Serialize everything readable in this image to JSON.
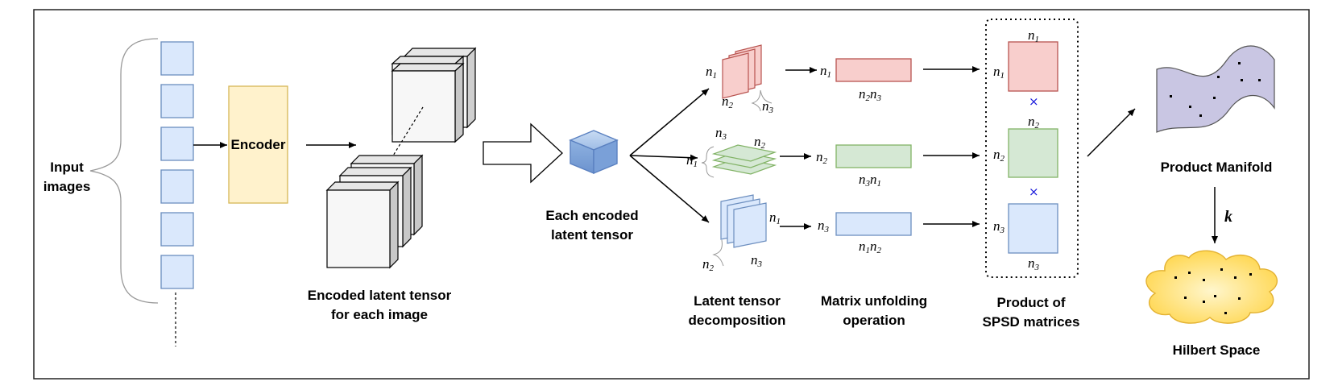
{
  "labels": {
    "input_images": [
      "Input",
      "images"
    ],
    "encoder": "Encoder",
    "encoded_latent": [
      "Encoded latent tensor",
      "for each image"
    ],
    "each_encoded": [
      "Each encoded",
      "latent tensor"
    ],
    "decomposition": [
      "Latent tensor",
      "decomposition"
    ],
    "unfolding": [
      "Matrix unfolding",
      "operation"
    ],
    "spsd": [
      "Product of",
      "SPSD matrices"
    ],
    "manifold": "Product Manifold",
    "hilbert": "Hilbert Space",
    "kernel": "k",
    "cross": "×"
  },
  "symbols": {
    "n": "n",
    "sub1": "1",
    "sub2": "2",
    "sub3": "3"
  },
  "colors": {
    "image_fill": "#dae8fc",
    "image_stroke": "#6c8ebf",
    "encoder_fill": "#fff2cc",
    "encoder_stroke": "#d6b656",
    "red_fill": "#f8cecc",
    "red_stroke": "#b85450",
    "green_fill": "#d5e8d4",
    "green_stroke": "#82b366",
    "blue_fill": "#dae8fc",
    "blue_stroke": "#6c8ebf",
    "manifold_fill": "#c9c6e3",
    "hilbert_fill": "#ffd966",
    "cross_color": "#1a1adc"
  },
  "icons": {
    "cube": "latent-cube-icon",
    "manifold": "manifold-surface-icon",
    "cloud": "hilbert-cloud-icon"
  }
}
